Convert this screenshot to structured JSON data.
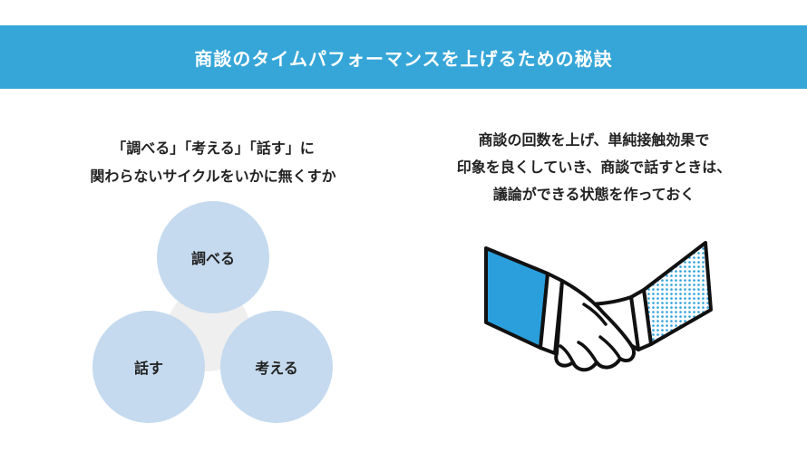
{
  "header": {
    "title": "商談のタイムパフォーマンスを上げるための秘訣"
  },
  "left": {
    "caption_lines": [
      "「調べる」「考える」「話す」に",
      "関わらないサイクルをいかに無くすか"
    ],
    "cycle": {
      "top": "調べる",
      "left": "話す",
      "right": "考える"
    }
  },
  "right": {
    "caption_lines": [
      "商談の回数を上げ、単純接触効果で",
      "印象を良くしていき、商談で話すときは、",
      "議論ができる状態を作っておく"
    ],
    "illustration": "handshake-icon"
  },
  "colors": {
    "banner": "#36a6d8",
    "circle": "#c5daef",
    "overlap": "#efefef",
    "sleeve_solid": "#2a9fdc",
    "sleeve_dotted": "#2a9fdc"
  }
}
